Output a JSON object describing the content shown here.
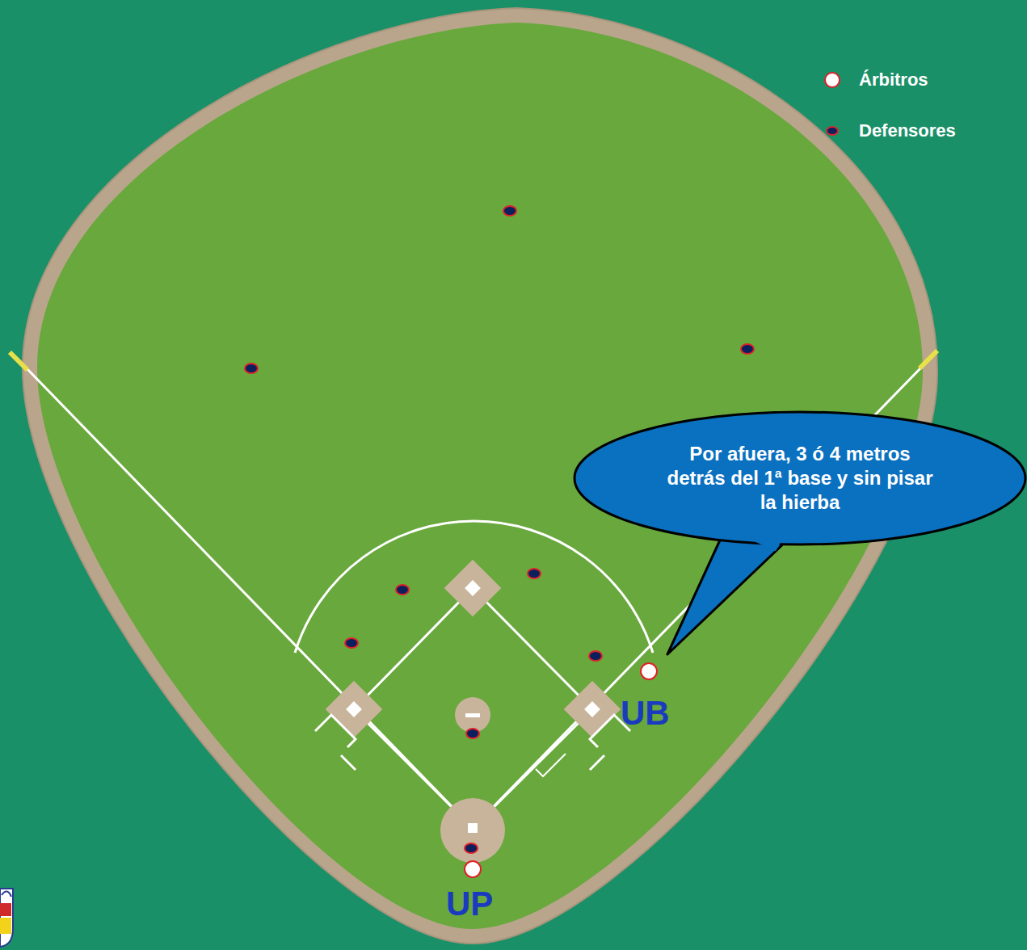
{
  "diagram": {
    "nodes": [
      {
        "text": [
          "Por afuera, 3 ó 4 metros detrás del 1ª base y sin pisar la hierba"
        ]
      }
    ],
    "labels": [
      "UB",
      "UP"
    ],
    "legend": [
      {
        "text": "Árbitros",
        "color": "#ffffff"
      },
      {
        "text": "Defensores",
        "color": "#0a1f5c"
      }
    ]
  }
}
